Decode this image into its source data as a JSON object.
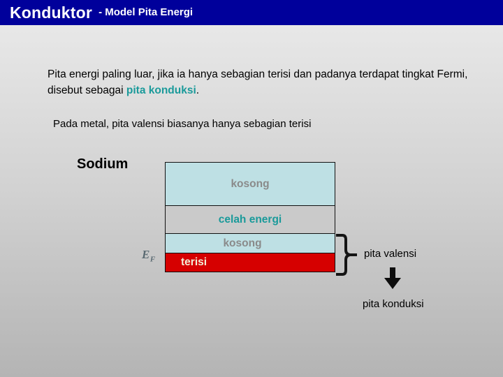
{
  "slide": {
    "title_main": "Konduktor",
    "title_sub": "- Model Pita Energi",
    "title_bar_color": "#00009b"
  },
  "body": {
    "paragraph1_part1": "Pita energi paling luar, jika ia hanya sebagian terisi dan padanya terdapat tingkat Fermi, disebut sebagai ",
    "paragraph1_accent": "pita konduksi",
    "paragraph1_part2": ".",
    "paragraph2": "Pada metal, pita valensi biasanya hanya sebagian terisi"
  },
  "diagram": {
    "material_label": "Sodium",
    "fermi_label": "E",
    "fermi_sub": "F",
    "bands": [
      {
        "label": "kosong",
        "fill": "#bee0e4",
        "text_color": "#8a8a8a"
      },
      {
        "label": "celah energi",
        "fill": "#cacaca",
        "text_color": "#1a9a9a"
      },
      {
        "label": "kosong",
        "fill": "#bee0e4",
        "text_color": "#8a8a8a"
      },
      {
        "label": "terisi",
        "fill": "#d60000",
        "text_color": "#f2efd8"
      }
    ],
    "brace_label": "pita valensi",
    "arrow_label": "pita konduksi",
    "accent_color": "#1a9a9a"
  }
}
